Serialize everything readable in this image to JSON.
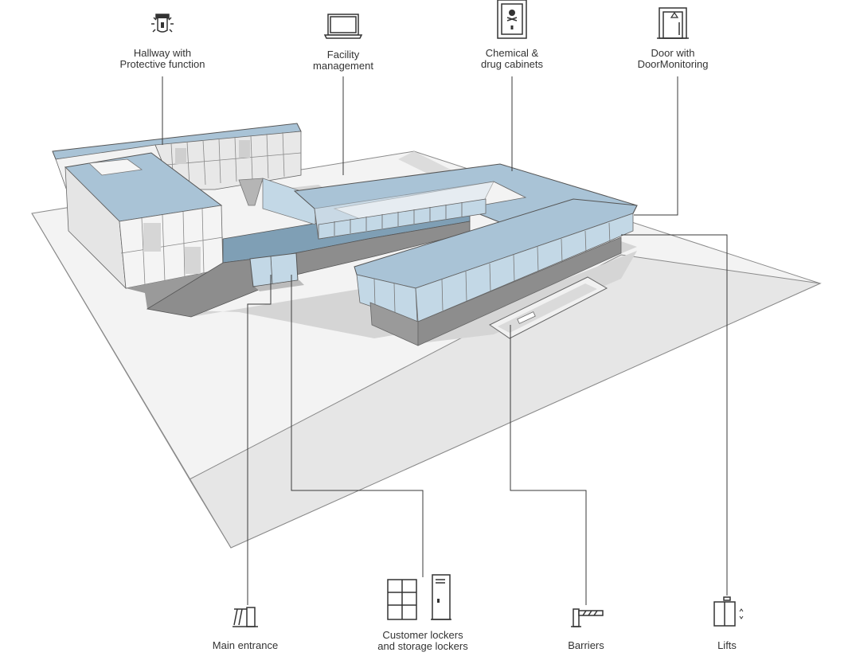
{
  "colors": {
    "roof": "#a9c3d6",
    "glass": "#c3d8e6",
    "wall_light": "#f2f2f2",
    "wall_mid": "#d9d9d9",
    "wall_dark": "#8d8d8d",
    "ground": "#ececec",
    "shadow": "#d0d0d0",
    "line": "#3a3a3a"
  },
  "top_labels": [
    {
      "id": "hallway",
      "lines": [
        "Hallway with",
        "Protective function"
      ],
      "icon": "alarm-light-icon"
    },
    {
      "id": "facility",
      "lines": [
        "Facility",
        "management"
      ],
      "icon": "laptop-icon"
    },
    {
      "id": "chemical",
      "lines": [
        "Chemical &",
        "drug cabinets"
      ],
      "icon": "hazard-cabinet-icon"
    },
    {
      "id": "door",
      "lines": [
        "Door with",
        "DoorMonitoring"
      ],
      "icon": "monitored-door-icon"
    }
  ],
  "bottom_labels": [
    {
      "id": "main_entrance",
      "lines": [
        "Main entrance"
      ],
      "icon": "turnstile-icon"
    },
    {
      "id": "lockers",
      "lines": [
        "Customer lockers",
        "and storage lockers"
      ],
      "icon": "lockers-icon"
    },
    {
      "id": "barriers",
      "lines": [
        "Barriers"
      ],
      "icon": "barrier-gate-icon"
    },
    {
      "id": "lifts",
      "lines": [
        "Lifts"
      ],
      "icon": "lift-icon"
    }
  ]
}
